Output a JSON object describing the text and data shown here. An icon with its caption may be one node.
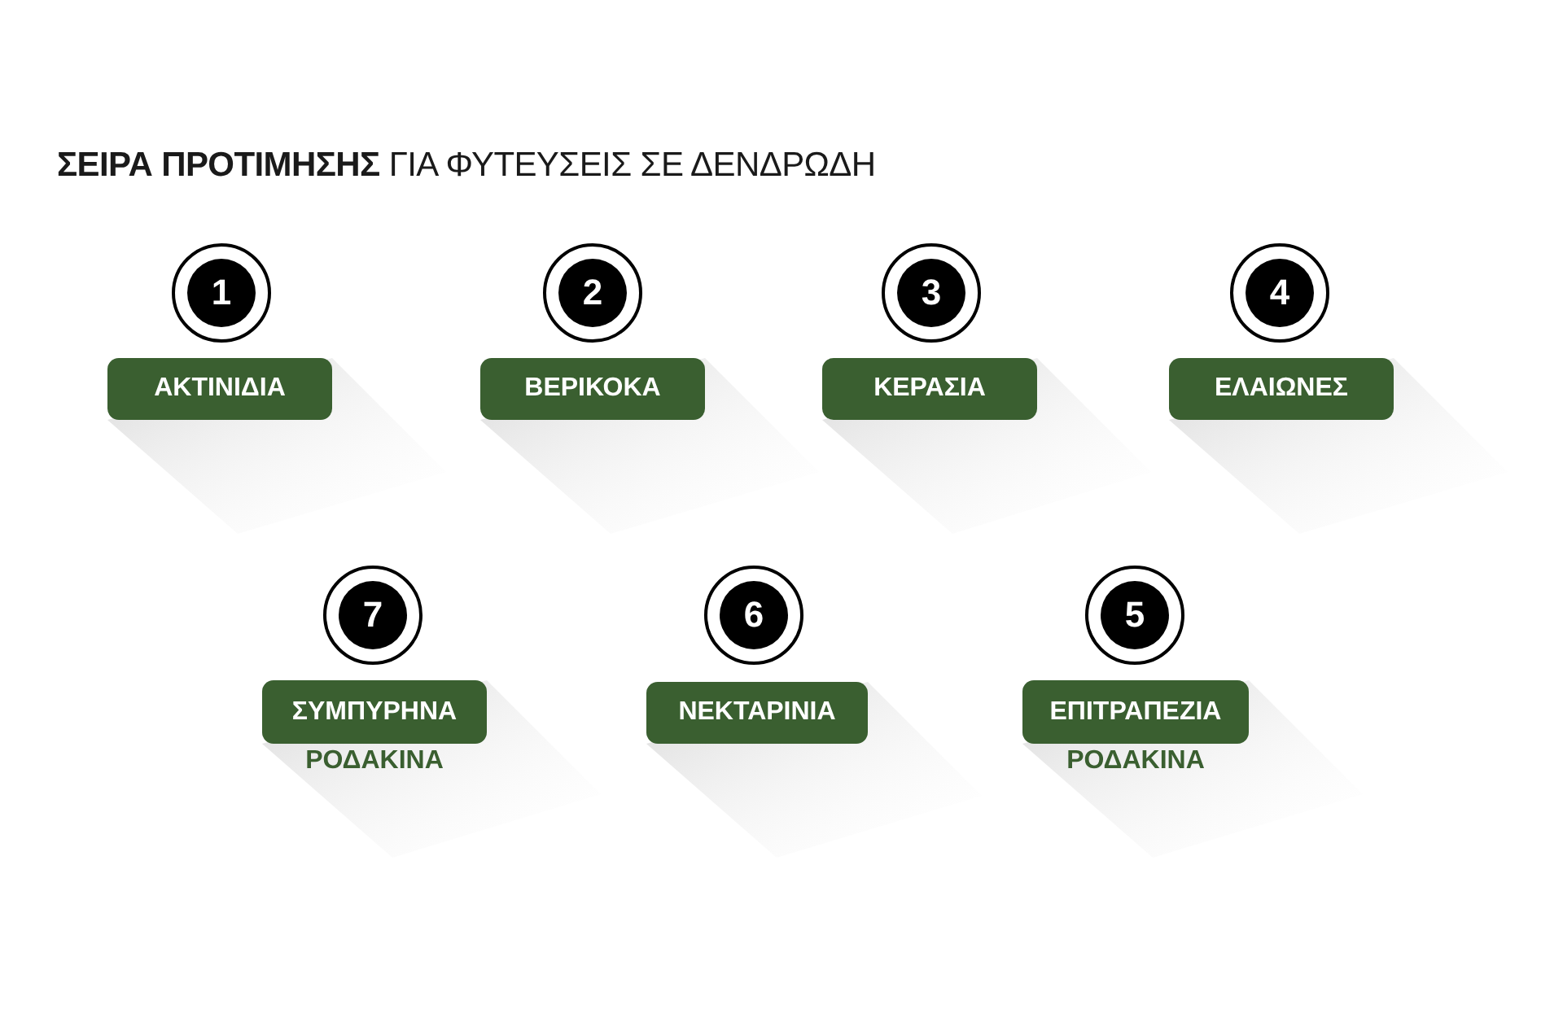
{
  "diagram": {
    "title": "**ΣΕΙΡΑ ΠΡΟΤΙΜΗΣΗΣ** ΓΙΑ ΦΥΤΕΥΣΕΙΣ ΣΕ ΔΕΝΔΡΩΔΗ",
    "nodes": [
      {
        "text": [
          "1"
        ]
      },
      {
        "text": [
          "ΑΚΤΙΝΙΔΙΑ"
        ]
      },
      {
        "text": [
          "2"
        ]
      },
      {
        "text": [
          "ΒΕΡΙΚΟΚΑ"
        ]
      },
      {
        "text": [
          "3"
        ]
      },
      {
        "text": [
          "ΚΕΡΑΣΙΑ"
        ]
      },
      {
        "text": [
          "4"
        ]
      },
      {
        "text": [
          "ΕΛΑΙΩΝΕΣ"
        ]
      },
      {
        "text": [
          "7"
        ]
      },
      {
        "text": [
          "ΣΥΜΠΥΡΗΝΑ",
          "ΡΟΔΑΚΙΝΑ"
        ]
      },
      {
        "text": [
          "6"
        ]
      },
      {
        "text": [
          "ΝΕΚΤΑΡΙΝΙΑ"
        ]
      },
      {
        "text": [
          "5"
        ]
      },
      {
        "text": [
          "ΕΠΙΤΡΑΠΕΖΙΑ",
          "ΡΟΔΑΚΙΝΑ"
        ]
      }
    ],
    "edges": []
  }
}
